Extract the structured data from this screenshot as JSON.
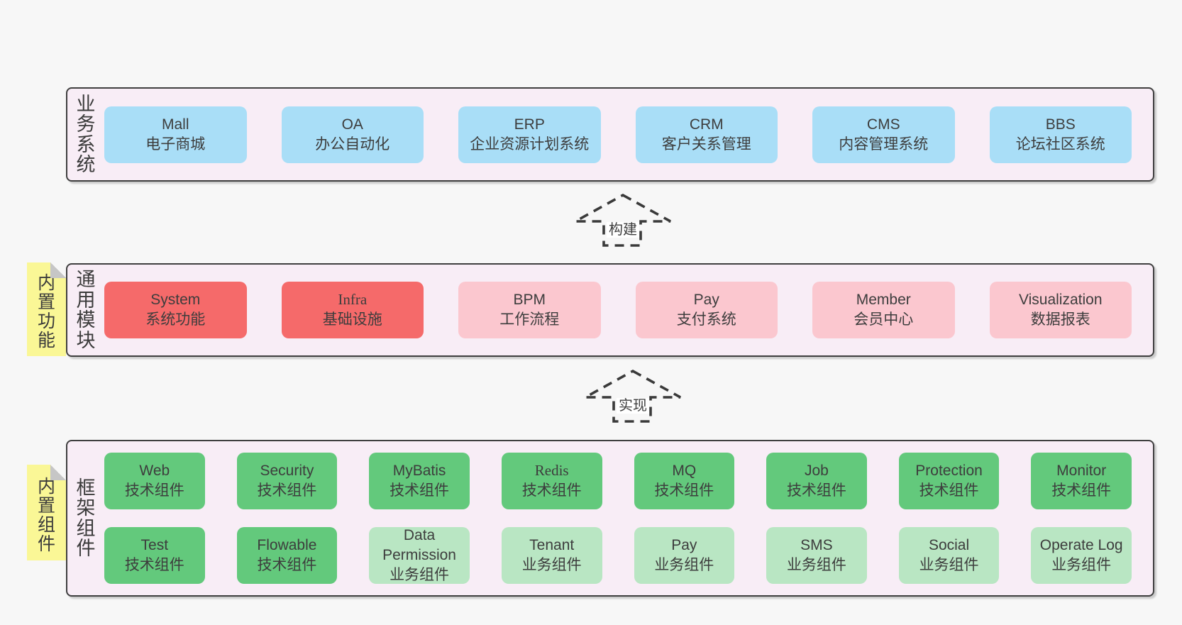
{
  "colors": {
    "page_bg": "#f7f7f7",
    "panel_bg": "#f8edf6",
    "panel_border": "#3f3f3f",
    "blue": "#a9def7",
    "red": "#f56a6a",
    "pink": "#fbc7cf",
    "green": "#63c97c",
    "light_green": "#b9e6c3",
    "sticky_yellow": "#faf796",
    "fold_gray": "#c6c6c6",
    "text": "#3d3d3d"
  },
  "panels": {
    "business": {
      "side_label": "业务系统",
      "boxes": [
        {
          "en": "Mall",
          "zh": "电子商城"
        },
        {
          "en": "OA",
          "zh": "办公自动化"
        },
        {
          "en": "ERP",
          "zh": "企业资源计划系统"
        },
        {
          "en": "CRM",
          "zh": "客户关系管理"
        },
        {
          "en": "CMS",
          "zh": "内容管理系统"
        },
        {
          "en": "BBS",
          "zh": "论坛社区系统"
        }
      ]
    },
    "modules": {
      "side_label": "通用模块",
      "sticky_label": "内置功能",
      "boxes": [
        {
          "en": "System",
          "zh": "系统功能"
        },
        {
          "en": "Infra",
          "zh": "基础设施"
        },
        {
          "en": "BPM",
          "zh": "工作流程"
        },
        {
          "en": "Pay",
          "zh": "支付系统"
        },
        {
          "en": "Member",
          "zh": "会员中心"
        },
        {
          "en": "Visualization",
          "zh": "数据报表"
        }
      ]
    },
    "framework": {
      "side_label": "框架组件",
      "sticky_label": "内置组件",
      "row1": [
        {
          "en": "Web",
          "zh": "技术组件"
        },
        {
          "en": "Security",
          "zh": "技术组件"
        },
        {
          "en": "MyBatis",
          "zh": "技术组件"
        },
        {
          "en": "Redis",
          "zh": "技术组件"
        },
        {
          "en": "MQ",
          "zh": "技术组件"
        },
        {
          "en": "Job",
          "zh": "技术组件"
        },
        {
          "en": "Protection",
          "zh": "技术组件"
        },
        {
          "en": "Monitor",
          "zh": "技术组件"
        }
      ],
      "row2": [
        {
          "en": "Test",
          "zh": "技术组件"
        },
        {
          "en": "Flowable",
          "zh": "技术组件"
        },
        {
          "en": "Data Permission",
          "zh": "业务组件"
        },
        {
          "en": "Tenant",
          "zh": "业务组件"
        },
        {
          "en": "Pay",
          "zh": "业务组件"
        },
        {
          "en": "SMS",
          "zh": "业务组件"
        },
        {
          "en": "Social",
          "zh": "业务组件"
        },
        {
          "en": "Operate Log",
          "zh": "业务组件"
        }
      ]
    }
  },
  "arrows": {
    "build": {
      "label": "构建"
    },
    "implement": {
      "label": "实现"
    }
  }
}
